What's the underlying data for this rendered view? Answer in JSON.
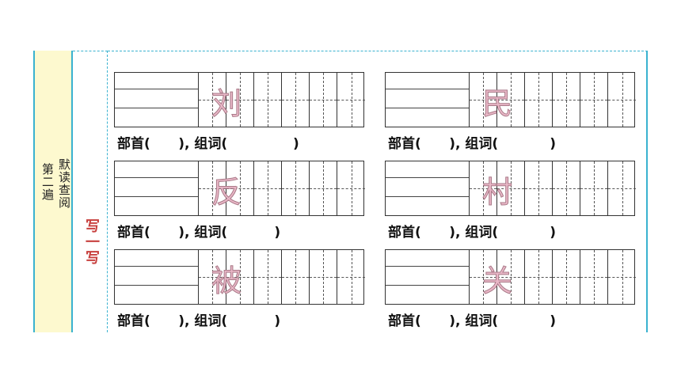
{
  "side_labels": {
    "line1": "默读查阅",
    "line2": "第二遍"
  },
  "section_label": "写一写",
  "cards": [
    {
      "char": "刘",
      "caption": "部首(      ), 组词(              )"
    },
    {
      "char": "民",
      "caption": "部首(      ), 组词(           )"
    },
    {
      "char": "反",
      "caption": "部首(      ), 组词(          )"
    },
    {
      "char": "村",
      "caption": "部首(      ), 组词(           )"
    },
    {
      "char": "被",
      "caption": "部首(      ), 组词(          )"
    },
    {
      "char": "关",
      "caption": "部首(      ), 组词(           )"
    }
  ],
  "colors": {
    "border": "#3ab2d0",
    "strip_bg": "#fdf9cf",
    "label_red": "#c8413f",
    "char_pink": "#e9b7c7"
  }
}
